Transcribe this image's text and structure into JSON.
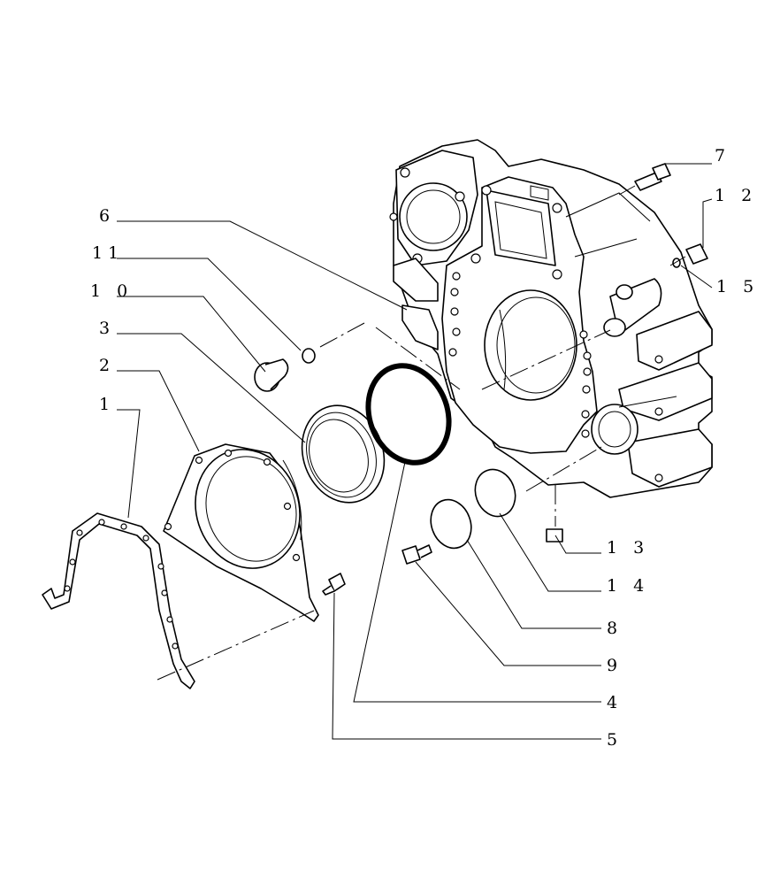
{
  "callouts": [
    {
      "id": "1",
      "label": "1"
    },
    {
      "id": "2",
      "label": "2"
    },
    {
      "id": "3",
      "label": "3"
    },
    {
      "id": "4",
      "label": "4"
    },
    {
      "id": "5",
      "label": "5"
    },
    {
      "id": "6",
      "label": "6"
    },
    {
      "id": "7",
      "label": "7"
    },
    {
      "id": "8",
      "label": "8"
    },
    {
      "id": "9",
      "label": "9"
    },
    {
      "id": "10",
      "label": "1 0"
    },
    {
      "id": "11",
      "label": "11"
    },
    {
      "id": "12",
      "label": "1 2"
    },
    {
      "id": "13",
      "label": "1 3"
    },
    {
      "id": "14",
      "label": "1 4"
    },
    {
      "id": "15",
      "label": "1 5"
    }
  ]
}
